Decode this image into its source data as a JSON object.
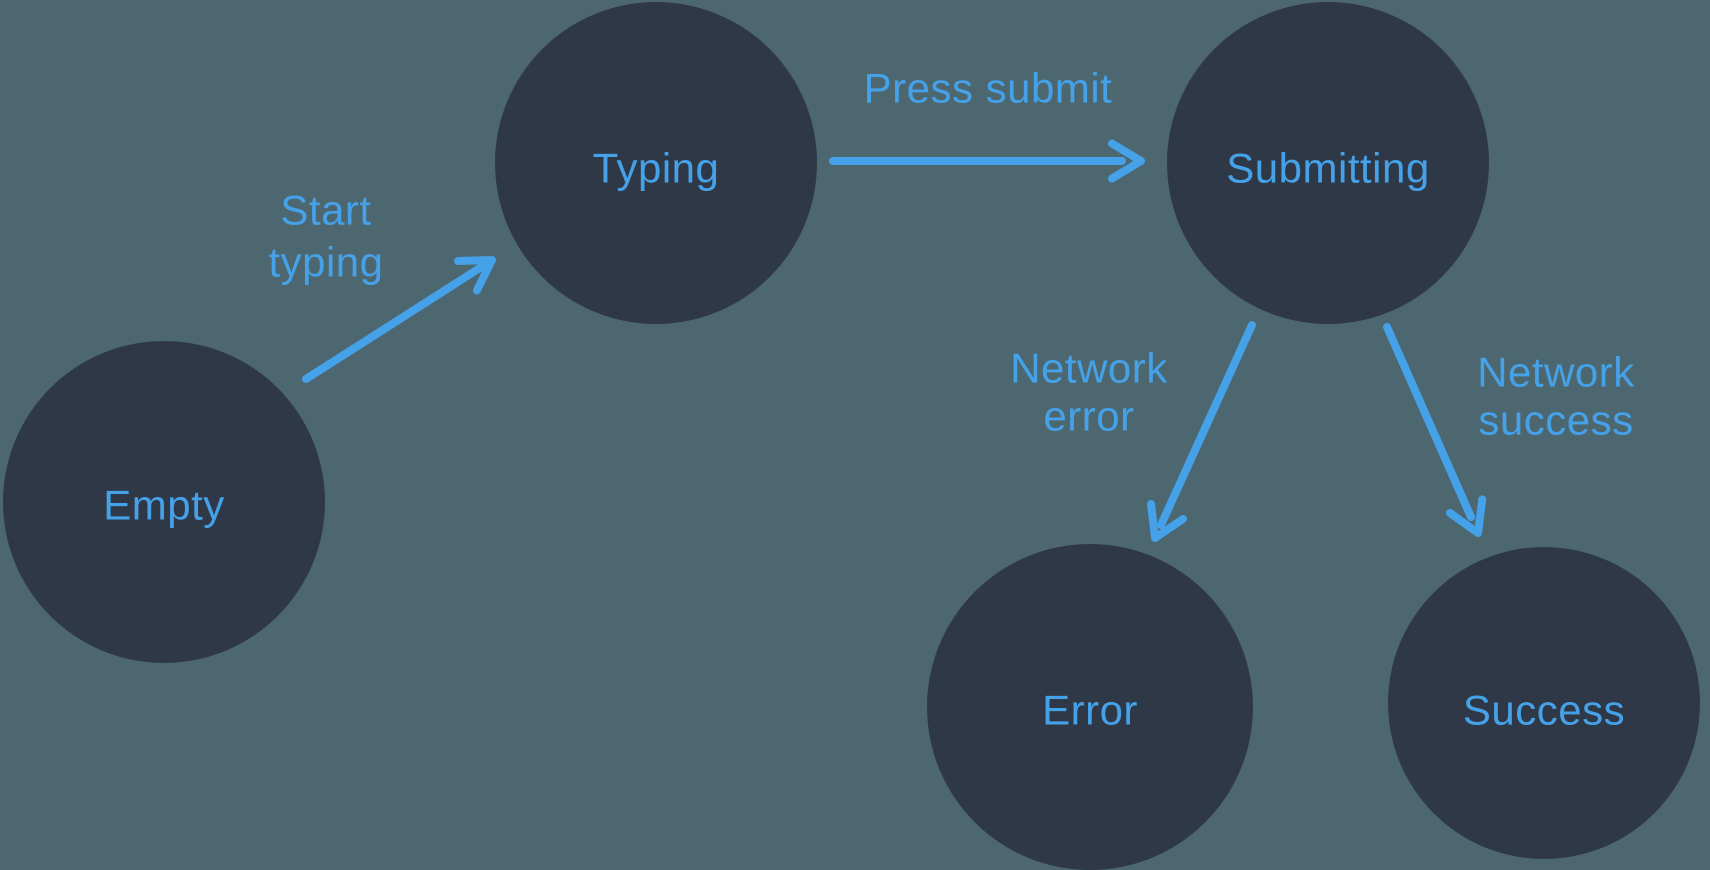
{
  "diagram": {
    "type": "state-machine-flow",
    "colors": {
      "background": "#4D6770",
      "node_fill": "#2F3847",
      "accent": "#45A1E8"
    },
    "states": [
      {
        "label": "Empty"
      },
      {
        "label": "Typing"
      },
      {
        "label": "Submitting"
      },
      {
        "label": "Error"
      },
      {
        "label": "Success"
      }
    ],
    "transitions": [
      {
        "from": "Empty",
        "to": "Typing",
        "label_lines": [
          "Start",
          "typing"
        ]
      },
      {
        "from": "Typing",
        "to": "Submitting",
        "label_lines": [
          "Press submit"
        ]
      },
      {
        "from": "Submitting",
        "to": "Error",
        "label_lines": [
          "Network",
          "error"
        ]
      },
      {
        "from": "Submitting",
        "to": "Success",
        "label_lines": [
          "Network",
          "success"
        ]
      }
    ]
  }
}
